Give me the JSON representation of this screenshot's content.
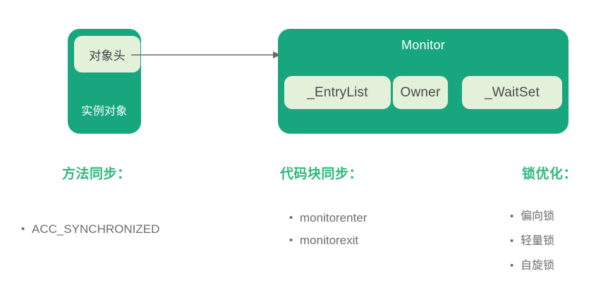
{
  "diagram": {
    "instance_object": {
      "header_label": "对象头",
      "body_label": "实例对象"
    },
    "monitor": {
      "title": "Monitor",
      "fields": [
        {
          "label": "_EntryList"
        },
        {
          "label": "Owner"
        },
        {
          "label": "_WaitSet"
        }
      ]
    },
    "connector": {
      "icon": "arrow-right-icon"
    }
  },
  "columns": [
    {
      "heading": "方法同步：",
      "items": [
        "ACC_SYNCHRONIZED"
      ]
    },
    {
      "heading": "代码块同步：",
      "items": [
        "monitorenter",
        "monitorexit"
      ]
    },
    {
      "heading": "锁优化：",
      "items": [
        "偏向锁",
        "轻量锁",
        "自旋锁"
      ]
    }
  ],
  "colors": {
    "box_green": "#17A67E",
    "pill_light": "#E3F1DA",
    "heading_green": "#2EB87C",
    "body_gray": "#6d6d6d",
    "arrow_gray": "#6b6b6b",
    "background": "#ffffff"
  }
}
